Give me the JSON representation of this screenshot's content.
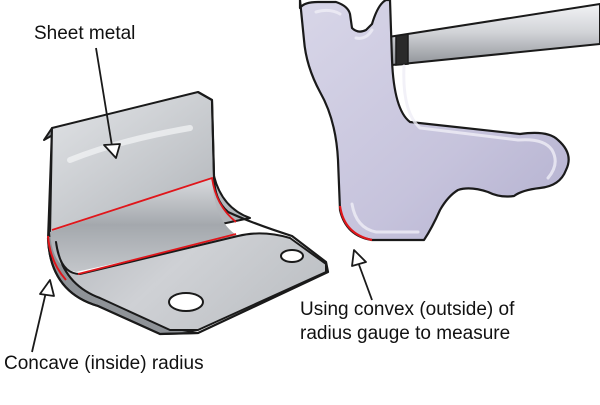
{
  "labels": {
    "sheet_metal": "Sheet metal",
    "concave_radius": "Concave (inside) radius",
    "convex_line1": "Using convex (outside) of",
    "convex_line2": "radius gauge to measure"
  },
  "colors": {
    "outline": "#1a1a1a",
    "metal_light": "#d4d6d9",
    "metal_mid": "#b9bcc1",
    "metal_dark": "#9da1a7",
    "gauge_fill": "#c9c7dd",
    "gauge_shade": "#a9a6c6",
    "rod_light": "#e6e7ea",
    "rod_dark": "#9a9da3",
    "radius_marker": "#e0161b"
  }
}
